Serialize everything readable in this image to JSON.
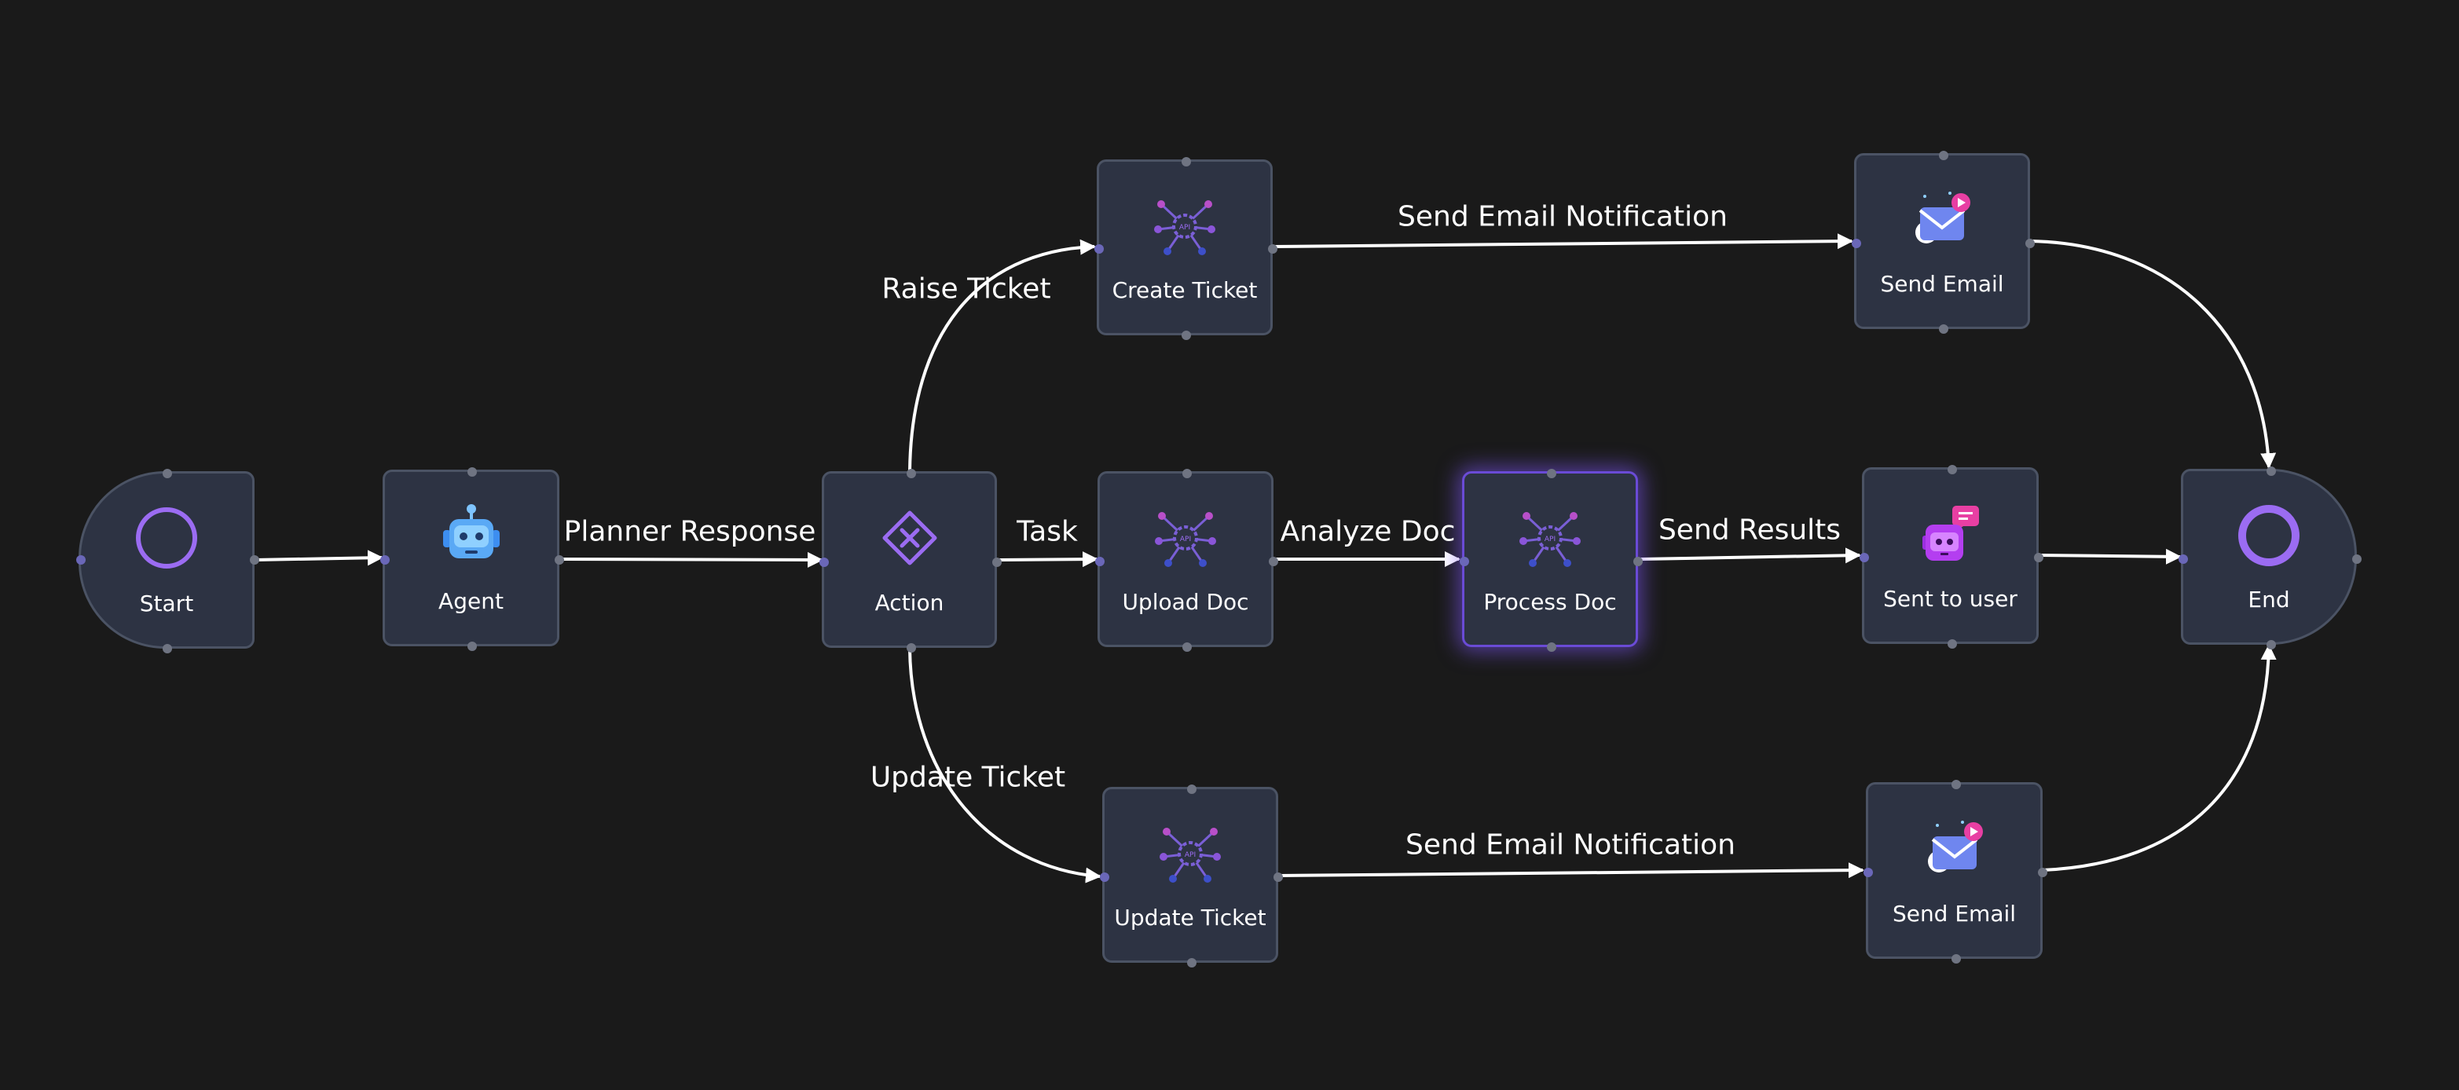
{
  "nodes": {
    "start": {
      "label": "Start",
      "icon": "circle-ring-icon"
    },
    "agent": {
      "label": "Agent",
      "icon": "robot-icon"
    },
    "action": {
      "label": "Action",
      "icon": "diamond-x-icon"
    },
    "create_ticket": {
      "label": "Create Ticket",
      "icon": "api-gear-icon"
    },
    "upload_doc": {
      "label": "Upload Doc",
      "icon": "api-gear-icon"
    },
    "update_ticket": {
      "label": "Update Ticket",
      "icon": "api-gear-icon"
    },
    "process_doc": {
      "label": "Process Doc",
      "icon": "api-gear-icon"
    },
    "send_email_top": {
      "label": "Send Email",
      "icon": "email-icon"
    },
    "sent_to_user": {
      "label": "Sent to user",
      "icon": "chat-bot-icon"
    },
    "send_email_bottom": {
      "label": "Send Email",
      "icon": "email-icon"
    },
    "end": {
      "label": "End",
      "icon": "circle-ring-icon"
    }
  },
  "edges": {
    "planner_response": "Planner Response",
    "raise_ticket": "Raise Ticket",
    "task": "Task",
    "update_ticket": "Update Ticket",
    "send_email_notification_top": "Send Email Notification",
    "analyze_doc": "Analyze Doc",
    "send_email_notification_bottom": "Send Email Notification",
    "send_results": "Send Results"
  },
  "colors": {
    "background": "#1a1a1a",
    "node_fill": "#2d3343",
    "node_border": "#4b5364",
    "accent_purple": "#9b6cf2",
    "selected_glow": "#825aff",
    "edge": "#ffffff"
  }
}
